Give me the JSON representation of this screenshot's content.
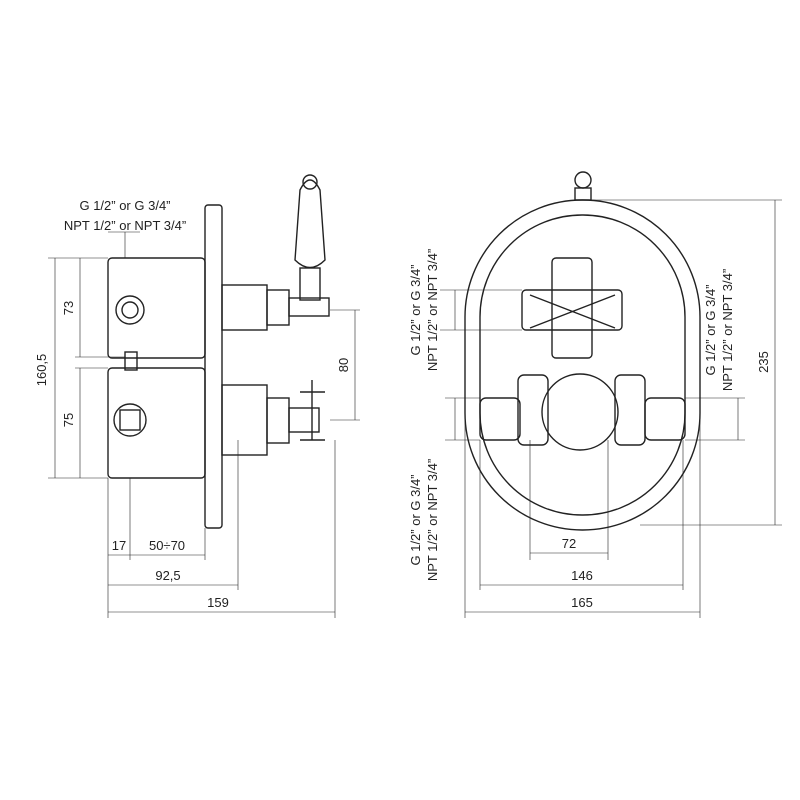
{
  "side_view": {
    "thread_label_g": "G 1/2” or G 3/4”",
    "thread_label_npt": "NPT 1/2” or NPT 3/4”",
    "dim_total_height": "160,5",
    "dim_upper": "73",
    "dim_lower": "75",
    "dim_handles": "80",
    "dim_17": "17",
    "dim_depth_range": "50÷70",
    "dim_92": "92,5",
    "dim_159": "159"
  },
  "front_view": {
    "upper_left_g": "G 1/2” or G 3/4”",
    "upper_left_npt": "NPT 1/2” or NPT 3/4”",
    "lower_left_g": "G 1/2” or G 3/4”",
    "lower_left_npt": "NPT 1/2” or NPT 3/4”",
    "right_g": "G 1/2” or G 3/4”",
    "right_npt": "NPT 1/2” or NPT 3/4”",
    "dim_height": "235",
    "dim_72": "72",
    "dim_146": "146",
    "dim_165": "165"
  }
}
